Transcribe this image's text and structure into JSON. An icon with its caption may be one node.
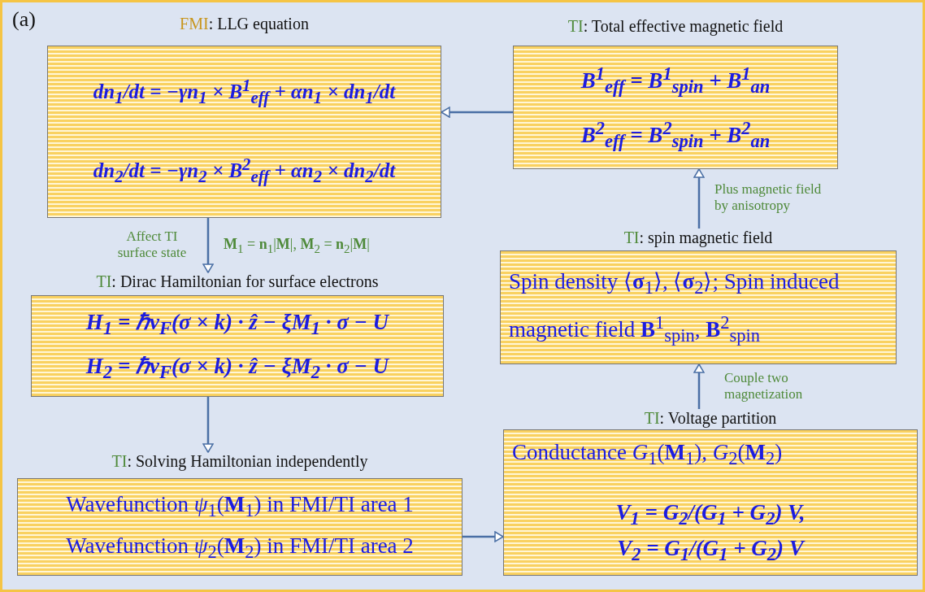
{
  "diagram": {
    "nodes": [
      {
        "text": [
          "FMI: LLG equation",
          "dn$_{1}$/dt = −γn$_{1}$ × B$^{1}$$_{eff}$ + αn$_{1}$ × dn$_{1}$/dt",
          "dn$_{2}$/dt = −γn$_{2}$ × B$^{2}$$_{eff}$ + αn$_{2}$ × dn$_{2}$/dt"
        ]
      },
      {
        "text": [
          "TI: Total effective magnetic field",
          "B$^{1}$$_{eff}$ = B$^{1}$$_{spin}$ + B$^{1}$$_{an}$",
          "B$^{2}$$_{eff}$ = B$^{2}$$_{spin}$ + B$^{2}$$_{an}$"
        ]
      },
      {
        "text": [
          "TI: Dirac Hamiltonian for surface electrons",
          "H$_{1}$ = ℏv$_{F}$(σ × k) · ẑ − ξM$_{1}$ · σ − U",
          "H$_{2}$ = ℏv$_{F}$(σ × k) · ẑ − ξM$_{2}$ · σ − U"
        ]
      },
      {
        "text": [
          "TI: spin magnetic field",
          "Spin density ⟨**σ**$_{1}$⟩, ⟨**σ**$_{2}$⟩;  Spin induced magnetic field **B**$^{1}$$_{spin}$, **B**$^{2}$$_{spin}$"
        ]
      },
      {
        "text": [
          "TI: Solving Hamiltonian independently",
          "Wavefunction *ψ*$_{1}$(**M**$_{1}$) in FMI/TI area 1",
          "Wavefunction *ψ*$_{2}$(**M**$_{2}$) in FMI/TI area 2"
        ]
      },
      {
        "text": [
          "TI: Voltage partition",
          "Conductance *G*$_{1}$(**M**$_{1}$), *G*$_{2}$(**M**$_{2}$)",
          "V$_{1}$ = G$_{2}$/(G$_{1}$ + G$_{2}$) V,",
          "V$_{2}$ = G$_{1}$/(G$_{1}$ + G$_{2}$) V"
        ]
      }
    ],
    "edges": [
      {
        "from": 1,
        "to": 0,
        "arrow": "to"
      },
      {
        "from": 0,
        "to": 2,
        "arrow": "to",
        "label": "Affect TI surface state"
      },
      {
        "from": 2,
        "to": 4,
        "arrow": "to"
      },
      {
        "from": 4,
        "to": 5,
        "arrow": "to"
      },
      {
        "from": 5,
        "to": 3,
        "arrow": "to",
        "label": "Couple two magnetization"
      },
      {
        "from": 3,
        "to": 1,
        "arrow": "to",
        "label": "Plus magnetic field by anisotropy"
      }
    ],
    "labels": [
      "(a)",
      "**M**$_{1}$ = **n**$_{1}$|**M**|, **M**$_{2}$ = **n**$_{2}$|**M**|"
    ]
  }
}
